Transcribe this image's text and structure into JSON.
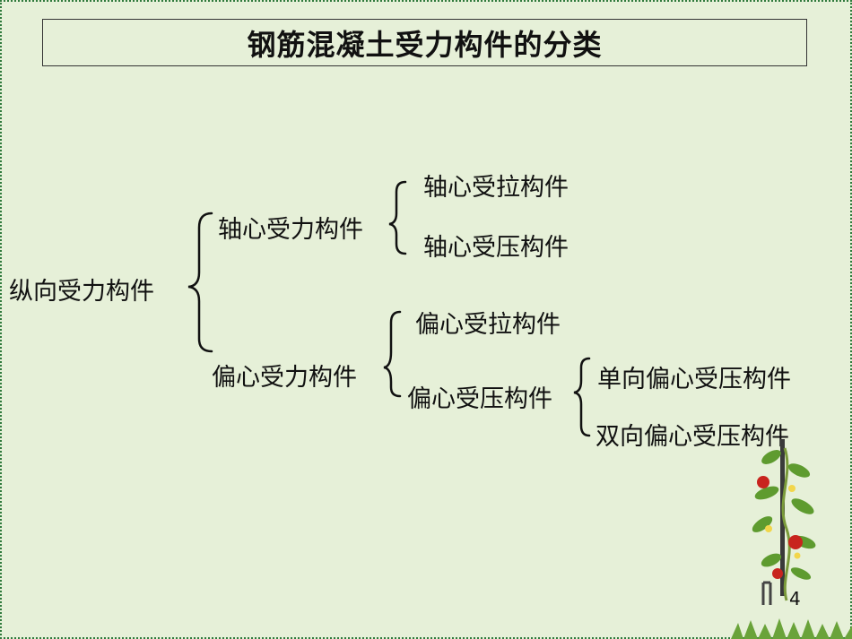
{
  "title": "钢筋混凝土受力构件的分类",
  "tree": {
    "root": "纵向受力构件",
    "axial": {
      "label": "轴心受力构件",
      "children": [
        "轴心受拉构件",
        "轴心受压构件"
      ]
    },
    "eccentric": {
      "label": "偏心受力构件",
      "tension": "偏心受拉构件",
      "compression": {
        "label": "偏心受压构件",
        "children": [
          "单向偏心受压构件",
          "双向偏心受压构件"
        ]
      }
    }
  },
  "page_number": "4",
  "decoration": {
    "plant_icon": "tomato-plant-icon"
  },
  "colors": {
    "background": "#e6f0d8",
    "border": "#2f7a3c"
  }
}
